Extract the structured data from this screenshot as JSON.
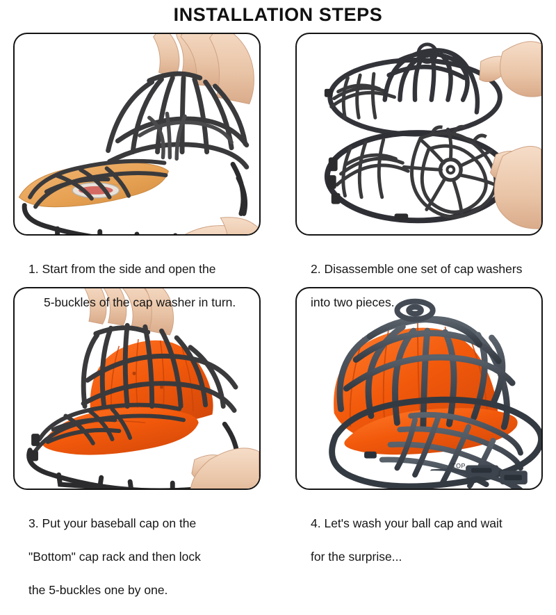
{
  "header": {
    "title": "INSTALLATION STEPS"
  },
  "colors": {
    "background": "#ffffff",
    "border": "#141414",
    "text": "#161616",
    "cage_black": "#3a3a3c",
    "cage_black_dark": "#202022",
    "cage_gray": "#3d444d",
    "cage_gray_light": "#5a626c",
    "cap_orange": "#f2590b",
    "cap_orange_dark": "#d8480a",
    "cap_orange_light": "#ff7224",
    "cap_tan": "#e8a254",
    "skin": "#e9c4a6",
    "skin_shadow": "#d6a customizable"
  },
  "panels": [
    {
      "id": "panel-1",
      "step_number": "1.",
      "alt": "hand-opening-cap-washer-cage",
      "caption_line_1": "1. Start from the side and open the",
      "caption_line_2": "5-buckles of the cap washer in turn.",
      "contents": {
        "cage_color": "#3a3a3c",
        "cap_color": "#e8a254",
        "hands": 2
      }
    },
    {
      "id": "panel-2",
      "step_number": "2.",
      "alt": "two-separated-cage-halves-with-hands",
      "caption_line_1": "2. Disassemble one set of cap washers",
      "caption_line_2": "into two pieces.",
      "contents": {
        "cage_color": "#3a3a3c",
        "pieces": 2,
        "hands": 2
      }
    },
    {
      "id": "panel-3",
      "step_number": "3.",
      "alt": "orange-baseball-cap-placed-in-bottom-cap-rack",
      "caption_line_1": "3. Put your baseball cap on the",
      "caption_line_2": "\"Bottom\" cap rack and then lock",
      "caption_line_3": "the 5-buckles one by one.",
      "contents": {
        "cage_color": "#3a3a3c",
        "cap_color": "#f2590b",
        "hands": 2
      }
    },
    {
      "id": "panel-4",
      "step_number": "4.",
      "alt": "assembled-cap-washer-with-orange-cap-inside",
      "caption_line_1": "4. Let's wash your ball cap and wait",
      "caption_line_2": "for the surprise...",
      "contents": {
        "cage_color": "#3d444d",
        "cap_color": "#f2590b",
        "embossed_label": "TOP",
        "hands": 0
      }
    }
  ]
}
